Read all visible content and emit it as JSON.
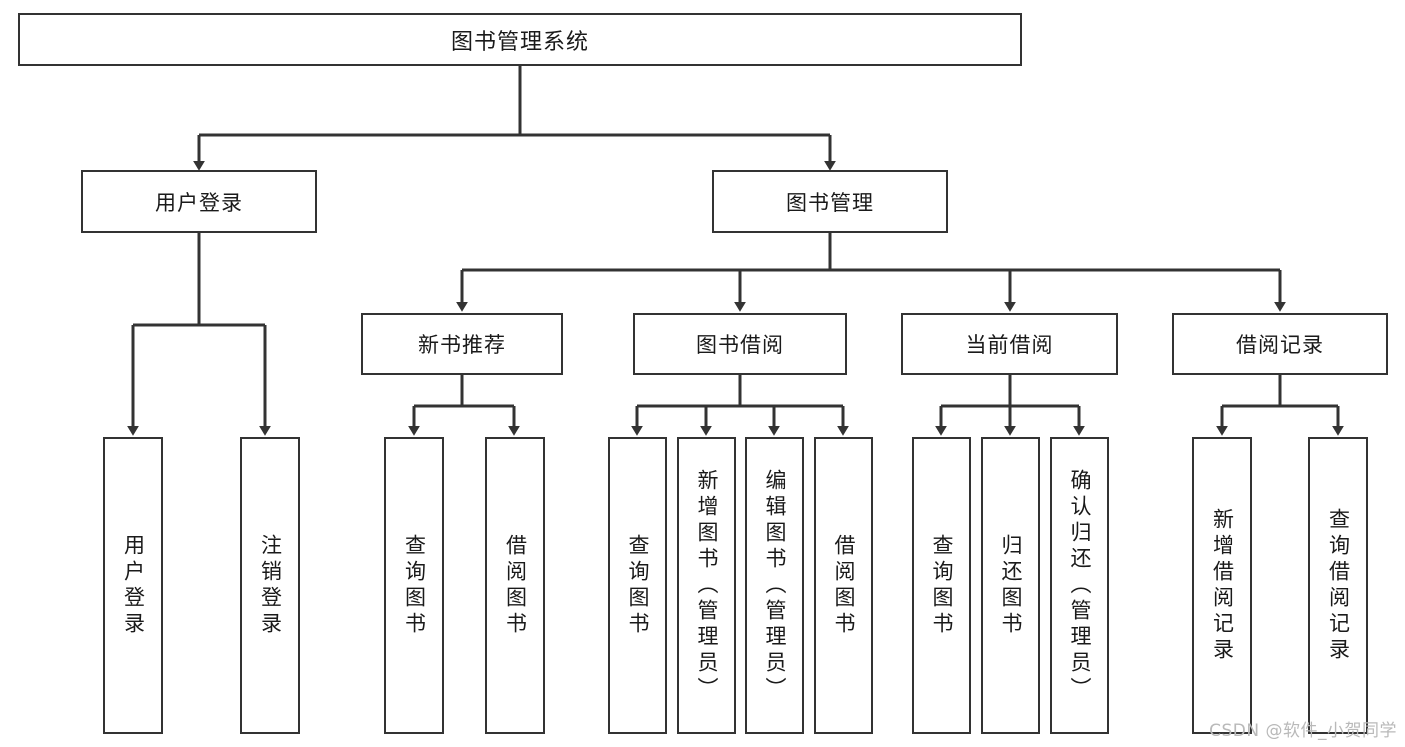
{
  "diagram": {
    "title": "图书管理系统",
    "type": "hierarchy-tree",
    "root": {
      "label": "图书管理系统"
    },
    "level2": [
      {
        "id": "user-login",
        "label": "用户登录"
      },
      {
        "id": "book-management",
        "label": "图书管理"
      }
    ],
    "level3": [
      {
        "id": "new-book-recommend",
        "label": "新书推荐",
        "parent": "book-management"
      },
      {
        "id": "book-borrow",
        "label": "图书借阅",
        "parent": "book-management"
      },
      {
        "id": "current-borrow",
        "label": "当前借阅",
        "parent": "book-management"
      },
      {
        "id": "borrow-record",
        "label": "借阅记录",
        "parent": "book-management"
      }
    ],
    "leaves": [
      {
        "id": "leaf-user-login",
        "label": "用户登录",
        "parent": "user-login"
      },
      {
        "id": "leaf-logout-login",
        "label": "注销登录",
        "parent": "user-login"
      },
      {
        "id": "leaf-query-book-1",
        "label": "查询图书",
        "parent": "new-book-recommend"
      },
      {
        "id": "leaf-borrow-book-1",
        "label": "借阅图书",
        "parent": "new-book-recommend"
      },
      {
        "id": "leaf-query-book-2",
        "label": "查询图书",
        "parent": "book-borrow"
      },
      {
        "id": "leaf-add-book",
        "label": "新增图书（管理员）",
        "parent": "book-borrow"
      },
      {
        "id": "leaf-edit-book",
        "label": "编辑图书（管理员）",
        "parent": "book-borrow"
      },
      {
        "id": "leaf-borrow-book-2",
        "label": "借阅图书",
        "parent": "book-borrow"
      },
      {
        "id": "leaf-query-book-3",
        "label": "查询图书",
        "parent": "current-borrow"
      },
      {
        "id": "leaf-return-book",
        "label": "归还图书",
        "parent": "current-borrow"
      },
      {
        "id": "leaf-confirm-return",
        "label": "确认归还（管理员）",
        "parent": "current-borrow"
      },
      {
        "id": "leaf-add-record",
        "label": "新增借阅记录",
        "parent": "borrow-record"
      },
      {
        "id": "leaf-query-record",
        "label": "查询借阅记录",
        "parent": "borrow-record"
      }
    ],
    "colors": {
      "stroke": "#333333",
      "box_fill": "#ffffff",
      "text": "#1a1a1a",
      "watermark": "#b9b9b9",
      "background": "#ffffff"
    }
  },
  "watermark": {
    "text": "CSDN @软件_小贺同学"
  }
}
